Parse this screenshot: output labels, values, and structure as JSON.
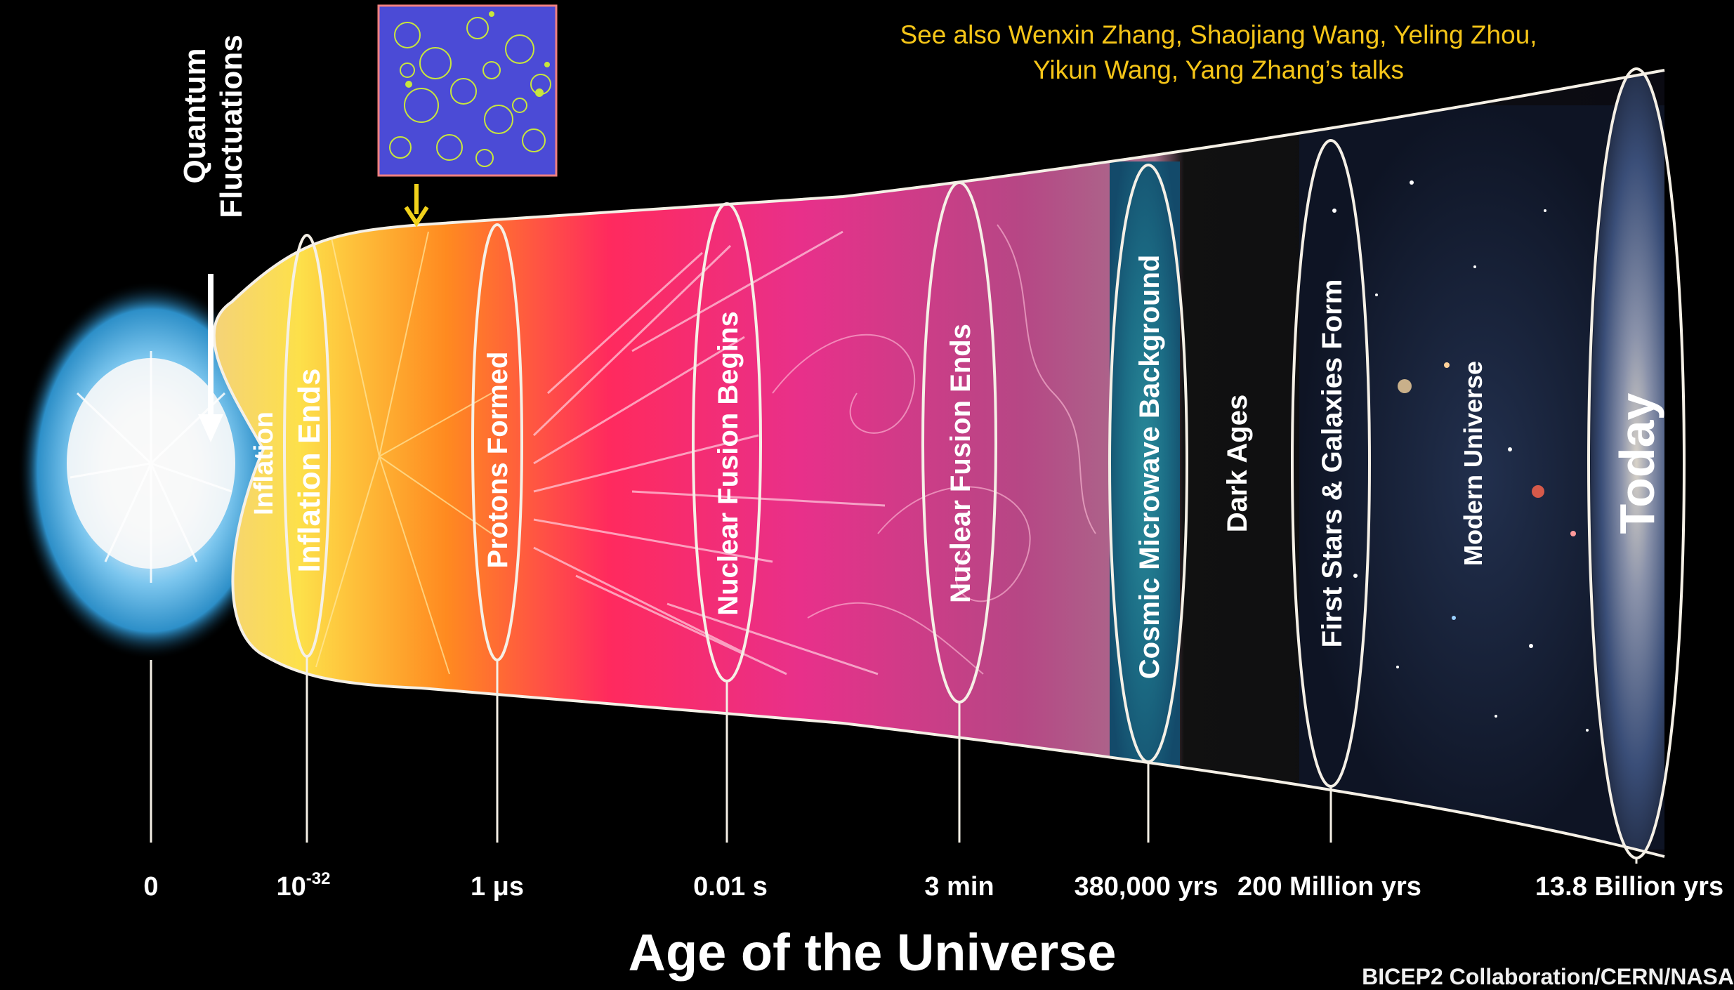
{
  "note": {
    "line1": "See also Wenxin Zhang, Shaojiang Wang, Yeling Zhou,",
    "line2": "Yikun Wang, Yang Zhang’s talks"
  },
  "quantum_label": {
    "line1": "Quantum",
    "line2": "Fluctuations"
  },
  "epochs": [
    {
      "label": "Inflation"
    },
    {
      "label": "Inflation Ends"
    },
    {
      "label": "Protons Formed"
    },
    {
      "label": "Nuclear Fusion Begins"
    },
    {
      "label": "Nuclear Fusion Ends"
    },
    {
      "label": "Cosmic Microwave Background"
    },
    {
      "label": "Dark Ages"
    },
    {
      "label": "First Stars & Galaxies Form"
    },
    {
      "label": "Modern Universe"
    },
    {
      "label": "Today"
    }
  ],
  "timeline": [
    {
      "label": "0"
    },
    {
      "label": "10",
      "sup": "-32"
    },
    {
      "label": "1 μs"
    },
    {
      "label": "0.01 s"
    },
    {
      "label": "3 min"
    },
    {
      "label": "380,000 yrs"
    },
    {
      "label": "200 Million yrs"
    },
    {
      "label": "13.8 Billion yrs"
    }
  ],
  "axis_title": "Age of the Universe",
  "credit": "BICEP2 Collaboration/CERN/NASA",
  "colors": {
    "note_text": "#f5c518",
    "arrow": "#f2d21b",
    "inset_bg": "#4b4bd6",
    "inset_border": "#f08080",
    "bubble": "#c8e63c",
    "outline": "#f5f0e6"
  }
}
